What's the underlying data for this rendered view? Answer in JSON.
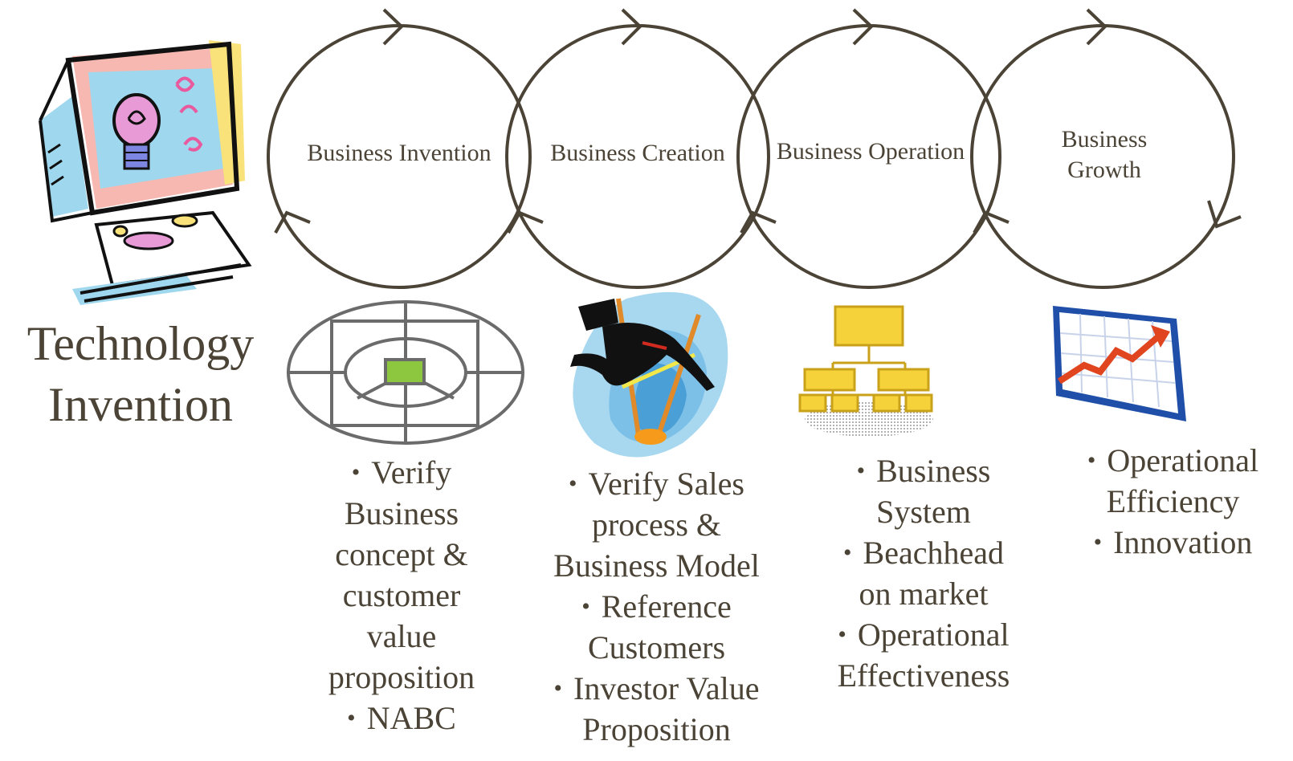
{
  "title": {
    "line1": "Technology",
    "line2": "Invention"
  },
  "stages": [
    {
      "label": "Business Invention",
      "icon": "target-diagram-icon"
    },
    {
      "label": "Business Creation",
      "icon": "pole-vaulter-icon"
    },
    {
      "label": "Business Operation",
      "icon": "org-chart-icon"
    },
    {
      "label_line1": "Business",
      "label_line2": "Growth",
      "icon": "growth-chart-icon"
    }
  ],
  "bullets": {
    "invention": [
      {
        "lines": [
          "Verify",
          "Business",
          "concept &",
          "customer",
          "value",
          "proposition"
        ]
      },
      {
        "lines": [
          "NABC"
        ]
      }
    ],
    "creation": [
      {
        "lines": [
          "Verify Sales",
          "process &",
          "Business Model"
        ]
      },
      {
        "lines": [
          "Reference",
          "Customers"
        ]
      },
      {
        "lines": [
          "Investor Value",
          "Proposition"
        ]
      }
    ],
    "operation": [
      {
        "lines": [
          "Business",
          "System"
        ]
      },
      {
        "lines": [
          "Beachhead",
          "on market"
        ]
      },
      {
        "lines": [
          "Operational",
          "Effectiveness"
        ]
      }
    ],
    "growth": [
      {
        "lines": [
          "Operational",
          "Efficiency"
        ]
      },
      {
        "lines": [
          "Innovation"
        ]
      }
    ]
  },
  "colors": {
    "text": "#4a4336",
    "circle_stroke": "#4a4336",
    "target_center": "#8dc63f",
    "org_chart_yellow": "#f5d23a",
    "chart_arrow": "#e0451f",
    "chart_frame": "#1f4fa8"
  }
}
